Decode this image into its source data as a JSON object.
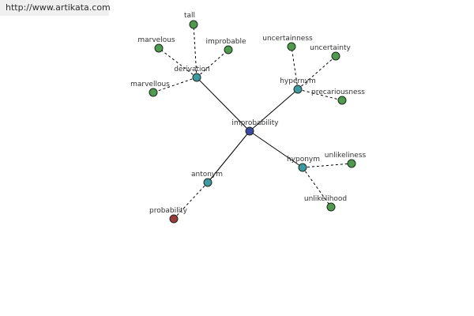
{
  "watermark": "http://www.artikata.com",
  "colors": {
    "center": "#3a4aa0",
    "relation": "#3e9aa0",
    "word": "#4f9a4f",
    "antonym_word": "#9a3a3a"
  },
  "graph": {
    "center": {
      "id": "improbability",
      "label": "improbability",
      "kind": "center"
    },
    "relations": [
      {
        "id": "derivation",
        "label": "derivation",
        "kind": "relation",
        "words": [
          {
            "id": "tall",
            "label": "tall",
            "kind": "word"
          },
          {
            "id": "marvelous",
            "label": "marvelous",
            "kind": "word"
          },
          {
            "id": "improbable",
            "label": "improbable",
            "kind": "word"
          },
          {
            "id": "marvellous",
            "label": "marvellous",
            "kind": "word"
          }
        ]
      },
      {
        "id": "hypernym",
        "label": "hypernym",
        "kind": "relation",
        "words": [
          {
            "id": "uncertainness",
            "label": "uncertainness",
            "kind": "word"
          },
          {
            "id": "uncertainty",
            "label": "uncertainty",
            "kind": "word"
          },
          {
            "id": "precariousness",
            "label": "precariousness",
            "kind": "word"
          }
        ]
      },
      {
        "id": "hyponym",
        "label": "hyponym",
        "kind": "relation",
        "words": [
          {
            "id": "unlikeliness",
            "label": "unlikeliness",
            "kind": "word"
          },
          {
            "id": "unlikelihood",
            "label": "unlikelihood",
            "kind": "word"
          }
        ]
      },
      {
        "id": "antonym",
        "label": "antonym",
        "kind": "relation",
        "words": [
          {
            "id": "probability",
            "label": "probability",
            "kind": "antonym_word"
          }
        ]
      }
    ]
  }
}
